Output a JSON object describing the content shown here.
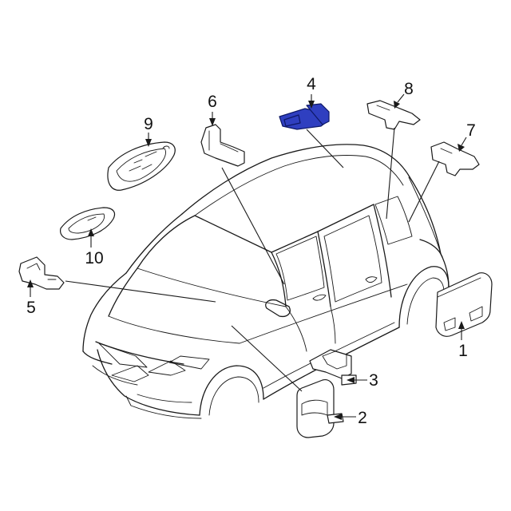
{
  "callouts": [
    {
      "id": "1",
      "label": "1"
    },
    {
      "id": "2",
      "label": "2"
    },
    {
      "id": "3",
      "label": "3"
    },
    {
      "id": "4",
      "label": "4"
    },
    {
      "id": "5",
      "label": "5"
    },
    {
      "id": "6",
      "label": "6"
    },
    {
      "id": "7",
      "label": "7"
    },
    {
      "id": "8",
      "label": "8"
    },
    {
      "id": "9",
      "label": "9"
    },
    {
      "id": "10",
      "label": "10"
    }
  ],
  "colors": {
    "highlight_fill": "#2f3fc0",
    "highlight_stroke": "#0d1866",
    "line": "#1a1a1a",
    "background": "#ffffff"
  }
}
